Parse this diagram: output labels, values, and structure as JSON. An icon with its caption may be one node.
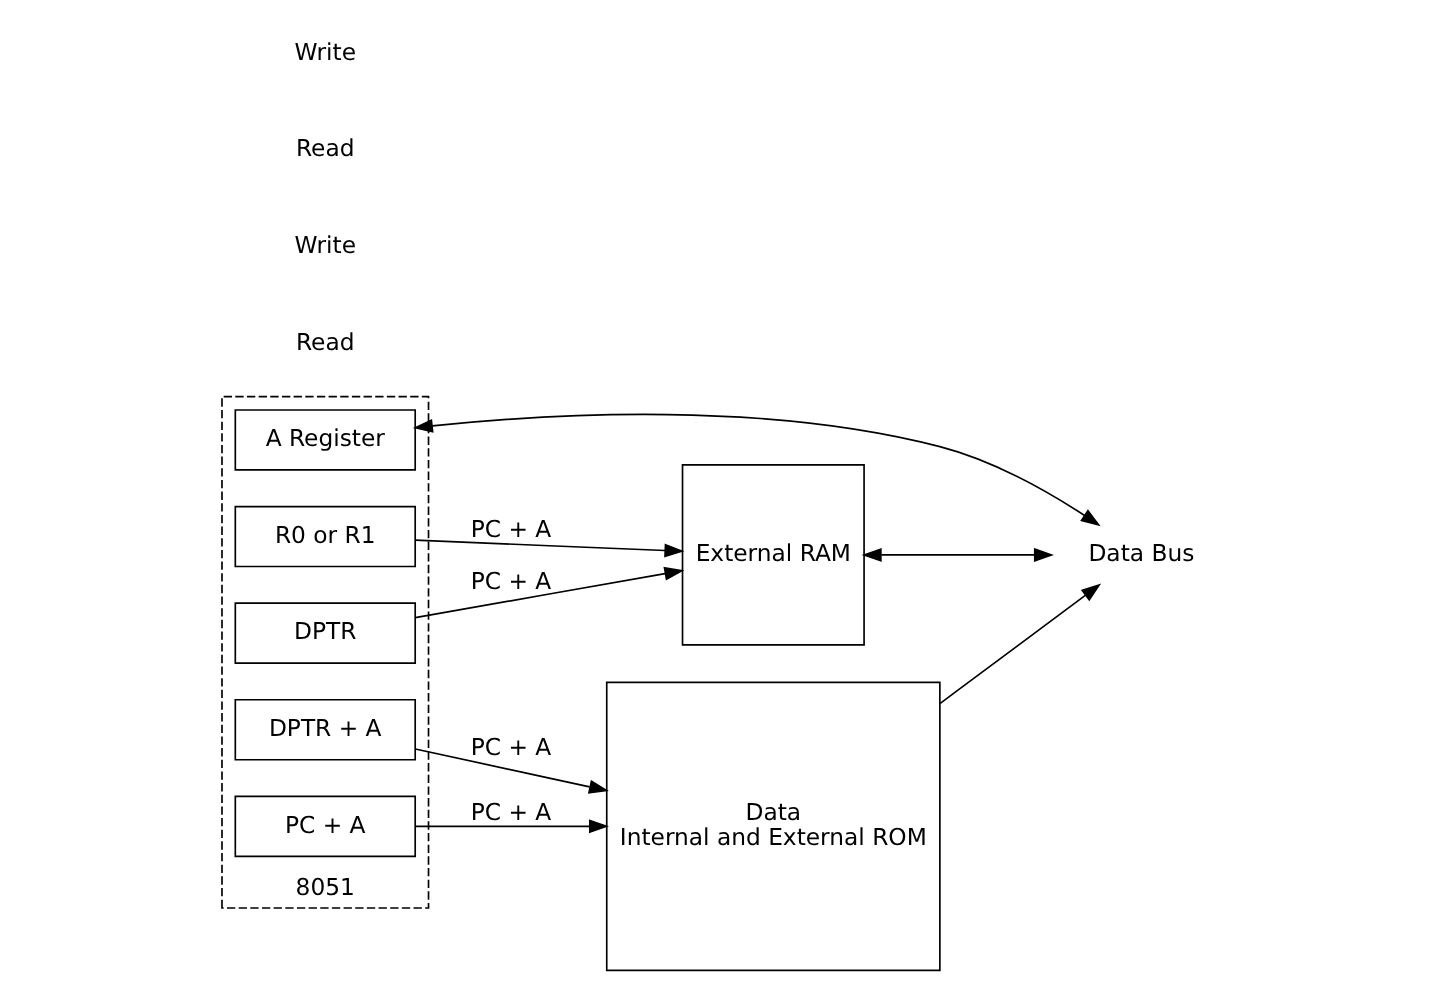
{
  "diagram": {
    "nodes": [
      {
        "text": [
          "8051"
        ]
      },
      {
        "text": [
          "A Register"
        ],
        "in": 0
      },
      {
        "text": [
          "R0 or R1"
        ],
        "in": 0
      },
      {
        "text": [
          "DPTR"
        ],
        "in": 0
      },
      {
        "text": [
          "DPTR + A"
        ],
        "in": 0
      },
      {
        "text": [
          "PC + A"
        ],
        "in": 0
      },
      {
        "text": [
          "External RAM"
        ]
      },
      {
        "text": [
          "Data",
          "Internal and External ROM"
        ]
      },
      {
        "text": [
          "Data Bus"
        ]
      }
    ],
    "edges": [
      {
        "from": 1,
        "to": 8,
        "arrow": "both"
      },
      {
        "from": 6,
        "to": 8,
        "arrow": "both"
      },
      {
        "from": 7,
        "to": 8,
        "arrow": "to"
      },
      {
        "from": 2,
        "to": 6,
        "arrow": "to",
        "label": "PC + A"
      },
      {
        "from": 3,
        "to": 6,
        "arrow": "to",
        "label": "PC + A"
      },
      {
        "from": 4,
        "to": 7,
        "arrow": "to",
        "label": "PC + A"
      },
      {
        "from": 5,
        "to": 7,
        "arrow": "to",
        "label": "PC + A"
      }
    ],
    "labels": [
      "Read",
      "Write",
      "Read",
      "Write"
    ]
  }
}
